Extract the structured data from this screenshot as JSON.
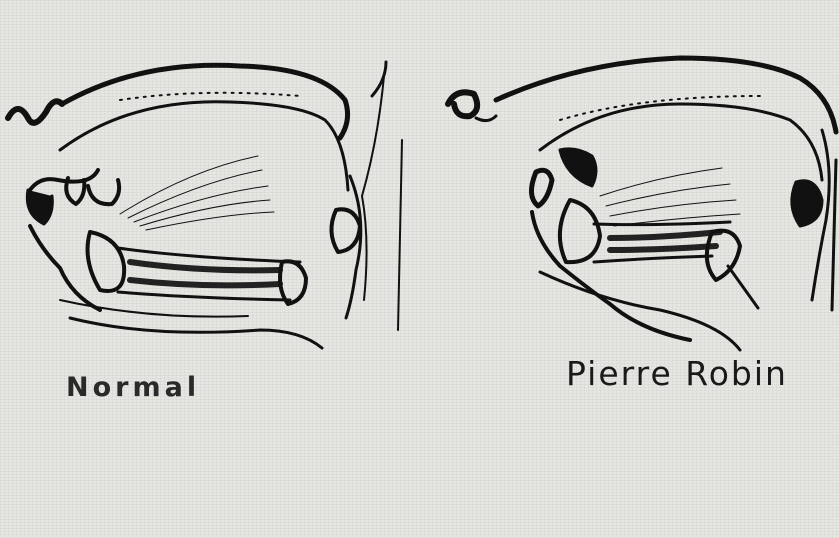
{
  "panels": [
    {
      "id": "normal",
      "label": "Normal"
    },
    {
      "id": "pierre-robin",
      "label": "Pierre Robin"
    }
  ],
  "colors": {
    "ink": "#111111",
    "paper": "#e6e6e2"
  }
}
